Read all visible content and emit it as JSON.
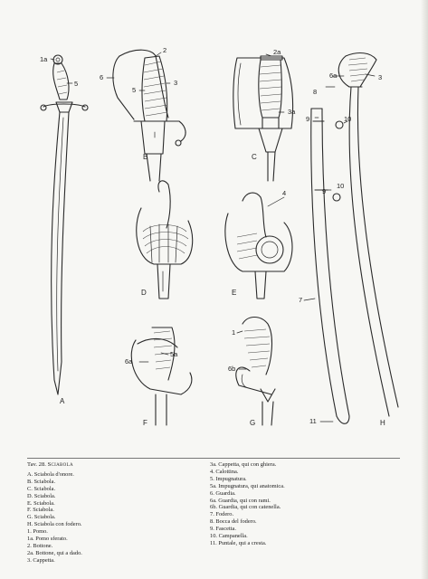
{
  "plate": {
    "figure_letters": [
      "A",
      "B",
      "C",
      "D",
      "E",
      "F",
      "G",
      "H"
    ],
    "callouts": [
      "1a",
      "5",
      "2",
      "6",
      "5",
      "3",
      "2a",
      "3a",
      "8",
      "6a",
      "3",
      "9",
      "10",
      "4",
      "10",
      "9",
      "7",
      "1",
      "5a",
      "6a",
      "6b",
      "11"
    ]
  },
  "caption": {
    "title_prefix": "Tav. 28.",
    "title_name": "Sciabola",
    "left_items": [
      "A. Sciabola d'onore.",
      "B. Sciabola.",
      "C. Sciabola.",
      "D. Sciabola.",
      "E. Sciabola.",
      "F. Sciabola.",
      "G. Sciabola.",
      "H. Sciabola con fodero.",
      "1. Pomo.",
      "1a. Pomo sferato.",
      "2. Bottone.",
      "2a. Bottone, qui a dado.",
      "3. Cappetta."
    ],
    "right_items": [
      "3a. Cappetta, qui con ghiera.",
      "4. Calottina.",
      "5. Impugnatura.",
      "5a. Impugnatura, qui anatomica.",
      "6. Guardia.",
      "6a. Guardia, qui con rami.",
      "6b. Guardia, qui con catenella.",
      "7. Fodero.",
      "8. Bocca del fodero.",
      "9. Fascetta.",
      "10. Campanella.",
      "11. Puntale, qui a cresta."
    ]
  },
  "colors": {
    "ink": "#2a2a2a",
    "paper": "#f7f7f4"
  }
}
